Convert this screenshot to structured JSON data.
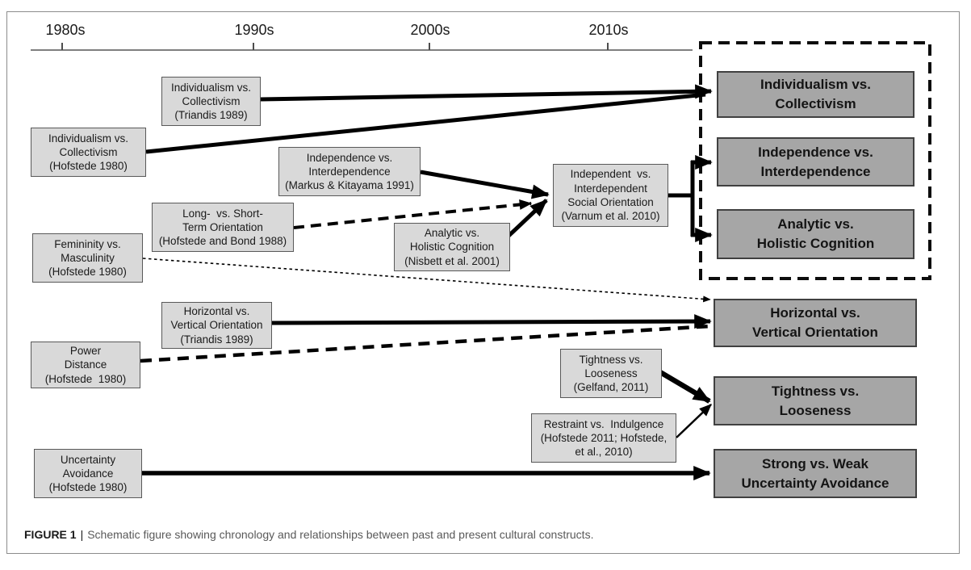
{
  "timeline": {
    "labels": [
      "1980s",
      "1990s",
      "2000s",
      "2010s"
    ]
  },
  "construct_boxes": {
    "triandis_ic": "Individualism vs.\nCollectivism\n(Triandis 1989)",
    "hofstede_ic": "Individualism vs.\nCollectivism\n(Hofstede 1980)",
    "markus_kitayama": "Independence vs.\nInterdependence\n(Markus & Kitayama 1991)",
    "long_short_term": "Long-  vs. Short-\nTerm Orientation\n(Hofstede and Bond 1988)",
    "femininity_masculinity": "Femininity vs.\nMasculinity\n(Hofstede 1980)",
    "analytic_holistic": "Analytic vs.\nHolistic Cognition\n(Nisbett et al. 2001)",
    "varnum_social_orientation": "Independent  vs.\nInterdependent\nSocial Orientation\n(Varnum et al. 2010)",
    "horizontal_vertical": "Horizontal vs.\nVertical Orientation\n(Triandis 1989)",
    "power_distance": "Power\nDistance\n(Hofstede  1980)",
    "tightness_gelfand": "Tightness vs.\nLooseness\n(Gelfand, 2011)",
    "restraint_indulgence": "Restraint vs.  Indulgence\n(Hofstede 2011; Hofstede,\net al., 2010)",
    "uncertainty_avoidance": "Uncertainty\nAvoidance\n(Hofstede 1980)"
  },
  "outcome_boxes": {
    "individualism_collectivism": "Individualism vs.\nCollectivism",
    "independence_interdependence": "Independence vs.\nInterdependence",
    "analytic_holistic": "Analytic vs.\nHolistic Cognition",
    "horizontal_vertical": "Horizontal vs.\nVertical Orientation",
    "tightness_looseness": "Tightness vs.\nLooseness",
    "strong_weak_uncertainty_avoidance": "Strong vs. Weak\nUncertainty Avoidance"
  },
  "caption": {
    "label": "FIGURE 1",
    "separator": "|",
    "text": "Schematic figure showing chronology and relationships between past and present cultural constructs."
  },
  "colors": {
    "construct_box_fill": "#d9d9d9",
    "construct_box_border": "#595959",
    "outcome_box_fill": "#a6a6a6",
    "outcome_box_border": "#404040",
    "arrow": "#000000",
    "timeline_axis": "#7f7f7f",
    "caption_text": "#595959"
  }
}
